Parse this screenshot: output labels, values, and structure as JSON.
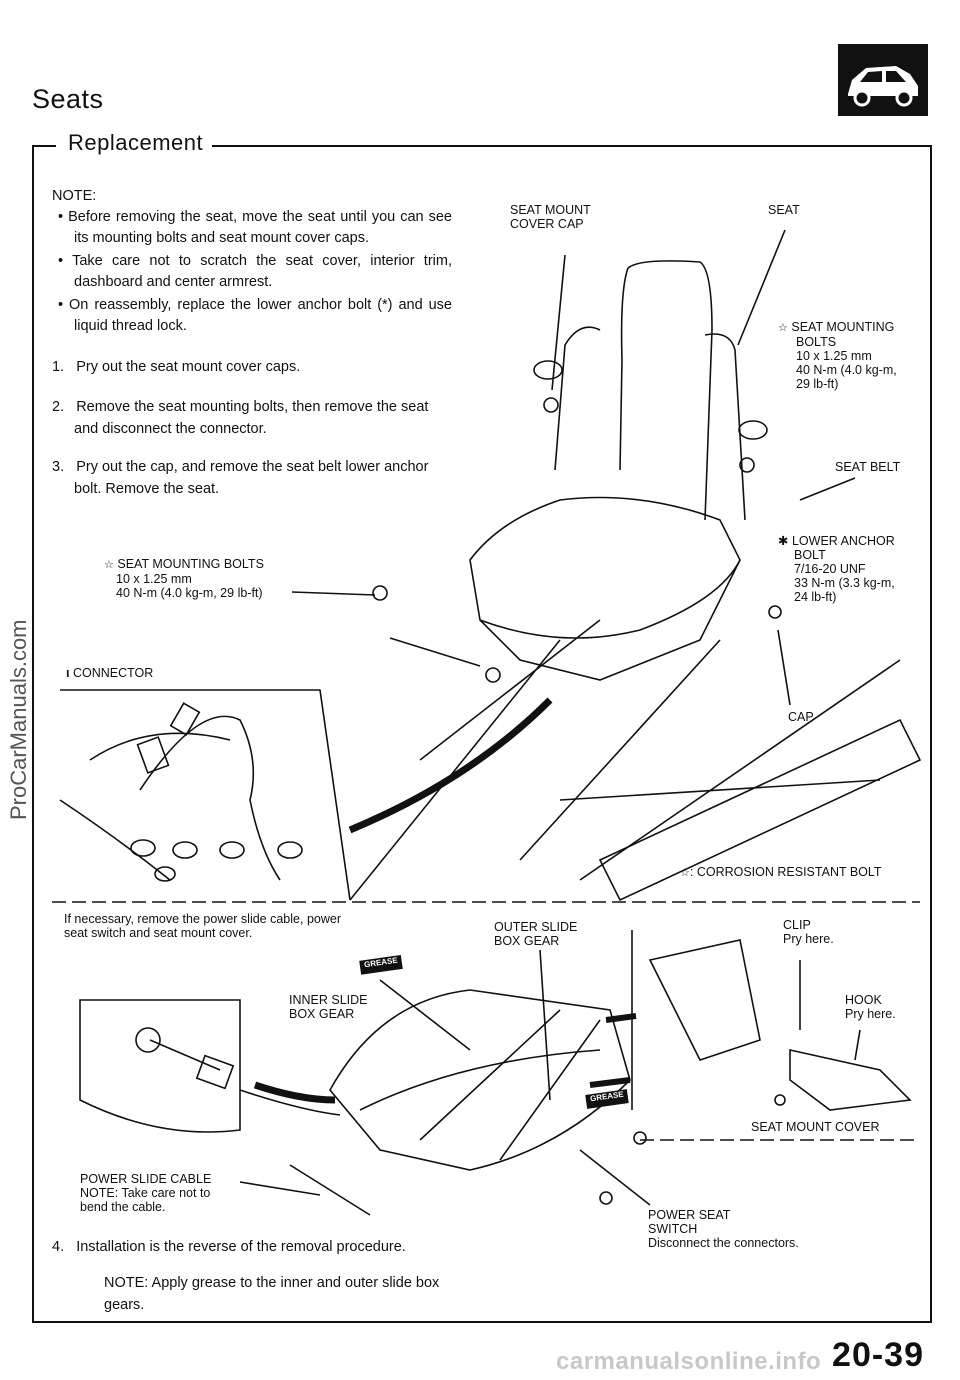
{
  "header": {
    "title": "Seats",
    "subtitle": "Replacement",
    "page_number": "20-39"
  },
  "notes": {
    "heading": "NOTE:",
    "bullets": [
      "Before removing the seat, move the seat until you can see its mounting bolts and seat mount cover caps.",
      "Take care not to scratch the seat cover, interior trim, dashboard and center armrest.",
      "On reassembly, replace the lower anchor bolt (*) and use liquid thread lock."
    ]
  },
  "steps": [
    {
      "num": "1.",
      "text": "Pry out the seat mount cover caps."
    },
    {
      "num": "2.",
      "text": "Remove the seat mounting bolts, then remove the seat and disconnect the connector."
    },
    {
      "num": "3.",
      "text": "Pry out the cap, and remove the seat belt lower anchor bolt. Remove the seat."
    },
    {
      "num": "4.",
      "text": "Installation is the reverse of the removal procedure."
    }
  ],
  "final_note": "NOTE: Apply grease to the inner and outer slide box gears.",
  "labels": {
    "seat_mount_cover_cap_1": "SEAT MOUNT",
    "seat_mount_cover_cap_2": "COVER CAP",
    "seat": "SEAT",
    "seat_mounting_bolts_r_1": "SEAT MOUNTING",
    "seat_mounting_bolts_r_2": "BOLTS",
    "seat_mounting_bolts_r_3": "10 x 1.25 mm",
    "seat_mounting_bolts_r_4": "40 N-m (4.0 kg-m,",
    "seat_mounting_bolts_r_5": "29 lb-ft)",
    "seat_belt": "SEAT BELT",
    "lower_anchor_1": "LOWER ANCHOR",
    "lower_anchor_2": "BOLT",
    "lower_anchor_3": "7/16-20 UNF",
    "lower_anchor_4": "33 N-m (3.3 kg-m,",
    "lower_anchor_5": "24 lb-ft)",
    "seat_mounting_bolts_l_1": "SEAT MOUNTING BOLTS",
    "seat_mounting_bolts_l_2": "10 x 1.25 mm",
    "seat_mounting_bolts_l_3": "40 N-m (4.0 kg-m, 29 lb-ft)",
    "connector": "CONNECTOR",
    "cap": "CAP",
    "corrosion_legend": ": CORROSION RESISTANT BOLT",
    "power_slide_note_1": "If necessary, remove the power slide cable, power",
    "power_slide_note_2": "seat switch and seat mount cover.",
    "outer_slide_1": "OUTER SLIDE",
    "outer_slide_2": "BOX GEAR",
    "clip_1": "CLIP",
    "clip_2": "Pry here.",
    "inner_slide_1": "INNER SLIDE",
    "inner_slide_2": "BOX GEAR",
    "hook_1": "HOOK",
    "hook_2": "Pry here.",
    "seat_mount_cover": "SEAT MOUNT COVER",
    "power_slide_cable_1": "POWER SLIDE CABLE",
    "power_slide_cable_2": "NOTE: Take care not to",
    "power_slide_cable_3": "bend the cable.",
    "power_seat_switch_1": "POWER SEAT",
    "power_seat_switch_2": "SWITCH",
    "power_seat_switch_3": "Disconnect the connectors.",
    "grease": "GREASE"
  },
  "watermarks": {
    "left": "ProCarManuals.com",
    "bottom": "carmanualsonline.info"
  }
}
